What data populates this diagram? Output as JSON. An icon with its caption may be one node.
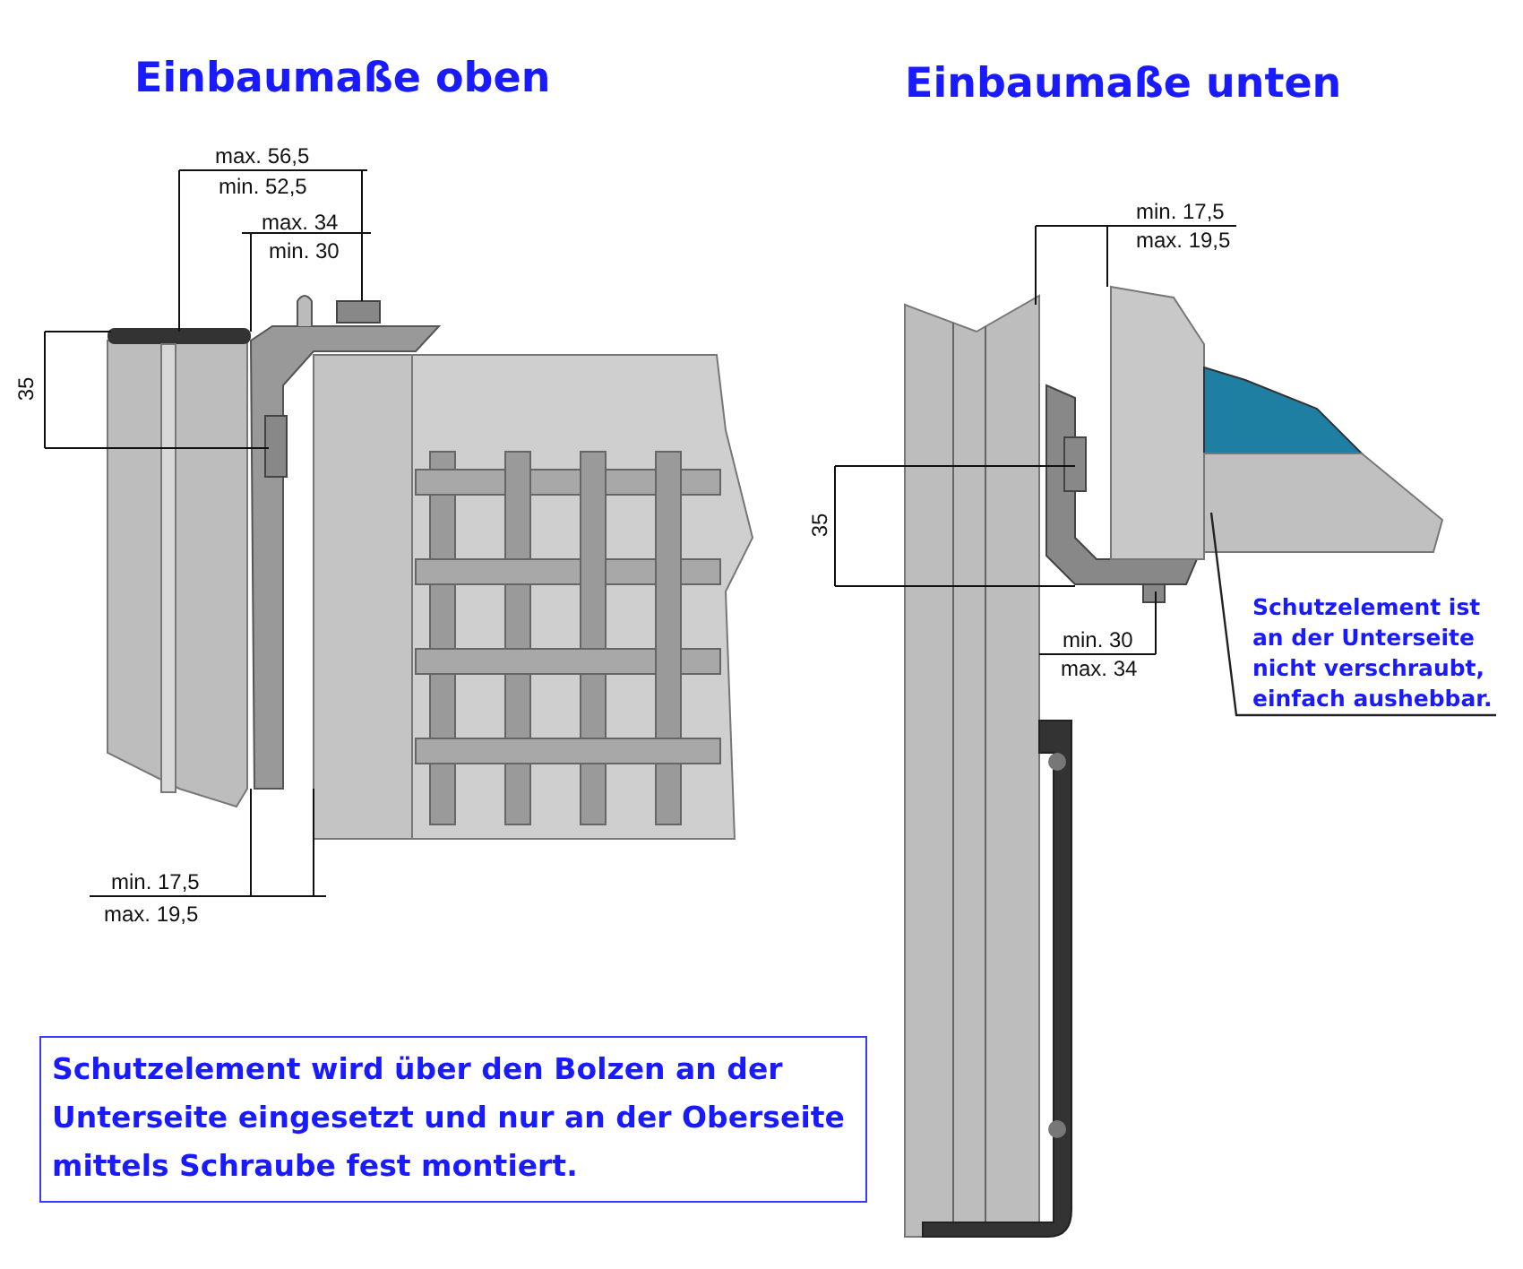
{
  "diagram": {
    "nodes": [
      {
        "text": [
          "Schutzelement wird über den Bolzen an der Unterseite eingesetzt und nur an der Oberseite mittels Schraube fest montiert."
        ]
      },
      {
        "text": [
          "Schutzelement ist an der Unterseite nicht verschraubt, einfach aushebbar."
        ]
      },
      {
        "text": [],
        "shape": "picture"
      }
    ],
    "edges": [
      {
        "from": 1,
        "to": 2,
        "arrow": "none"
      }
    ],
    "labels": [
      "Einbaumaße oben",
      "Einbaumaße unten",
      "max. 56,5",
      "min. 52,5",
      "max. 34",
      "min. 30",
      "35",
      "min. 17,5",
      "max. 19,5",
      "min. 17,5",
      "max. 19,5",
      "35",
      "min. 30",
      "max. 34"
    ]
  }
}
